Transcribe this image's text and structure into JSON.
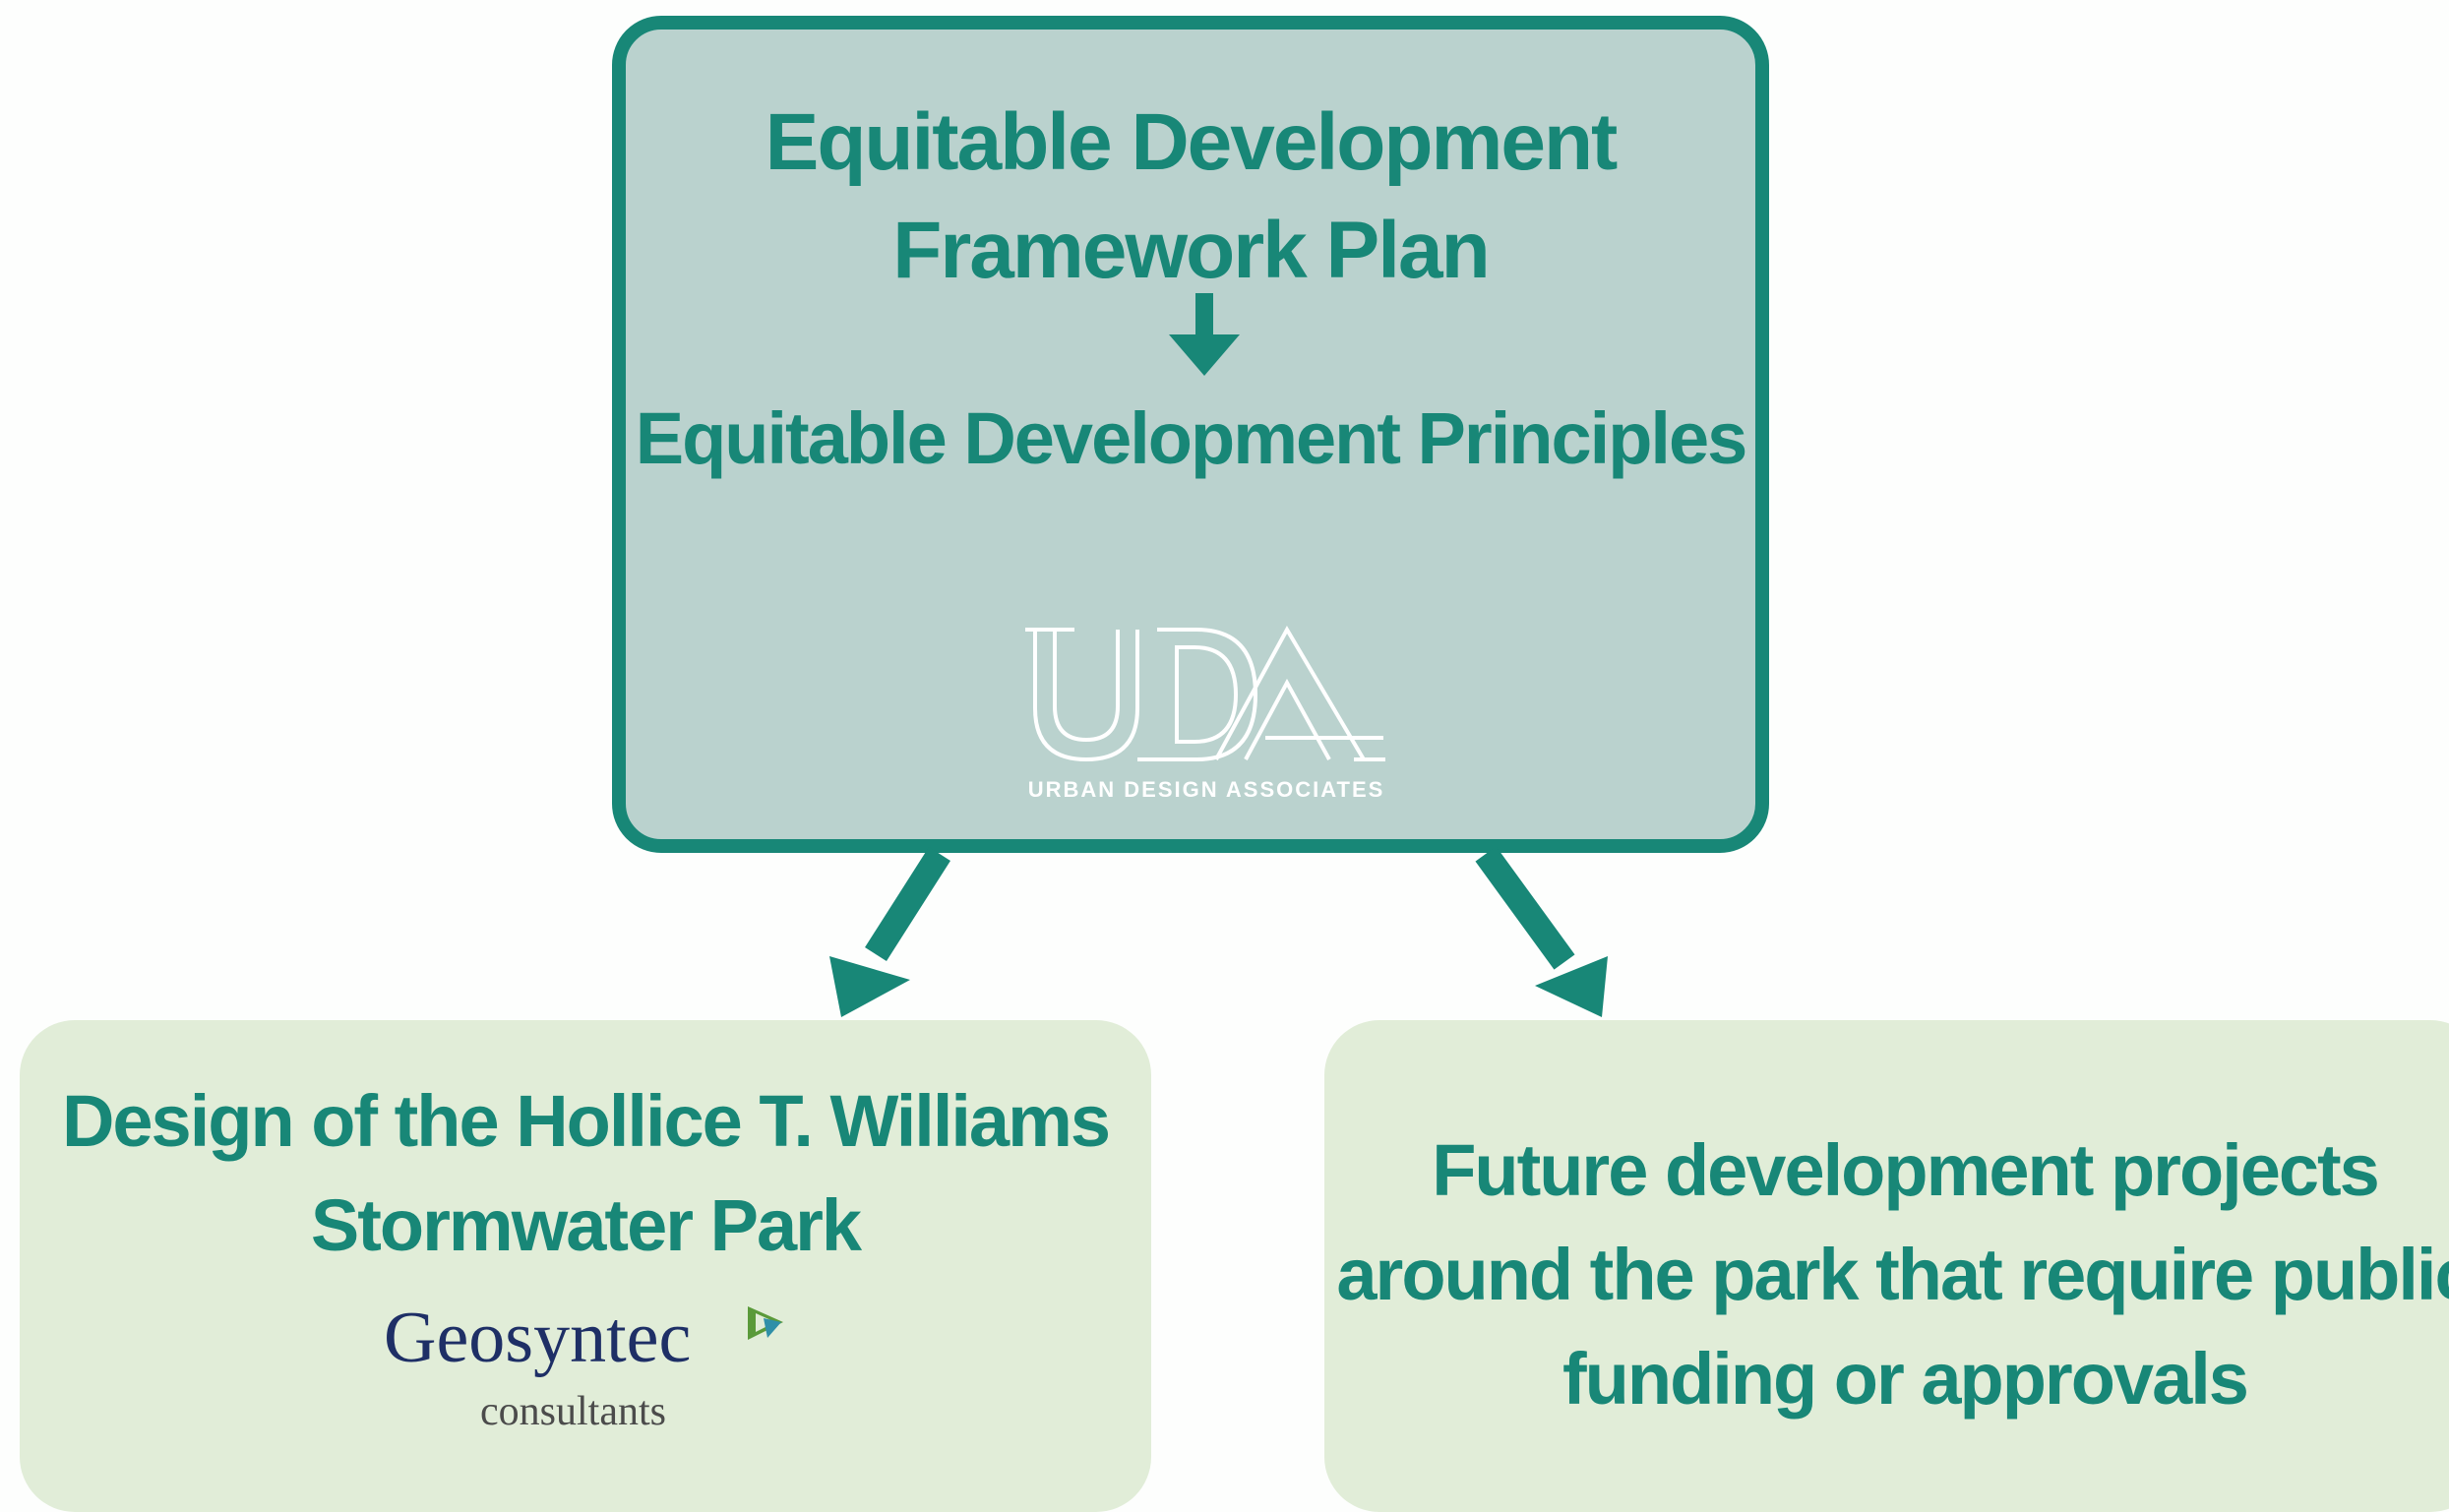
{
  "top_box": {
    "title": "Equitable Development Framework Plan",
    "subtitle": "Equitable Development Principles",
    "logo": {
      "letters": "UDA",
      "tagline": "URBAN DESIGN ASSOCIATES"
    }
  },
  "left_box": {
    "text": "Design of the Hollice T. Williams Stormwater Park",
    "logo": {
      "name": "Geosyntec",
      "sub": "consultants"
    }
  },
  "right_box": {
    "text": "Future development projects around the park that require public funding or approvals"
  },
  "colors": {
    "accent": "#188777",
    "top_fill": "#bad2ce",
    "bottom_fill": "#e1edd8",
    "geo_navy": "#1e2f66",
    "geo_gray": "#4b4b4b"
  },
  "icons": [
    "down-arrow-icon",
    "diagonal-arrow-icon"
  ]
}
